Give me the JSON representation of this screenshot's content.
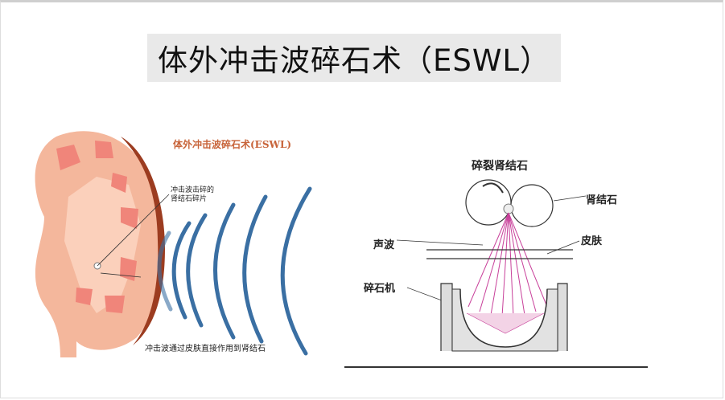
{
  "slide": {
    "title": "体外冲击波碎石术（ESWL）"
  },
  "left_figure": {
    "caption": "体外冲击波碎石术(ESWL)",
    "fragment_label_line1": "冲击波击碎的",
    "fragment_label_line2": "肾结石碎片",
    "bottom_caption": "冲击波通过皮肤直接作用到肾结石"
  },
  "right_figure": {
    "title": "碎裂肾结石",
    "label_stone": "肾结石",
    "label_sound_wave": "声波",
    "label_skin": "皮肤",
    "label_lithotripter": "碎石机"
  },
  "colors": {
    "kidney": "#f4b79c",
    "kidney_dark": "#9c3c20",
    "pyramid": "#f0857a",
    "wave": "#3a6fa3",
    "beam": "#c8409a"
  }
}
